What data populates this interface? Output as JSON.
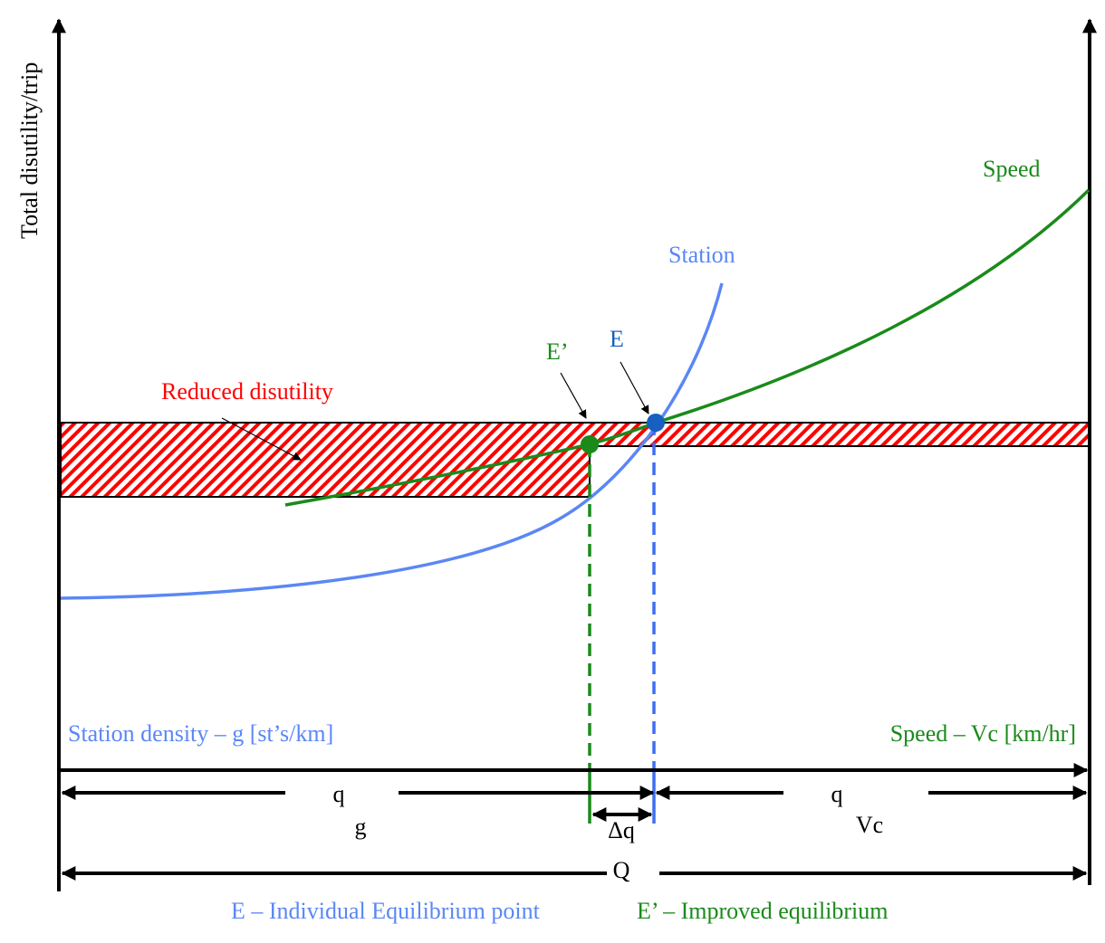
{
  "y_axis_label": "Total disutility/trip",
  "labels": {
    "speed_curve": "Speed",
    "station_curve": "Station",
    "point_e": "E",
    "point_e_prime": "E’",
    "reduced_disutility": "Reduced disutility",
    "station_density_axis": "Station density – g [st’s/km]",
    "speed_axis": "Speed – Vc [km/hr]"
  },
  "dimensions": {
    "q_left": "q",
    "g": "g",
    "delta_q": "Δq",
    "q_right": "q",
    "vc": "Vc",
    "Q": "Q"
  },
  "legend": {
    "e": "E – Individual Equilibrium point",
    "e_prime": "E’ – Improved equilibrium"
  },
  "colors": {
    "station": "#5b87f5",
    "speed": "#1a8a1a",
    "point_e": "#1560c0",
    "hatch": "#ff0000"
  }
}
